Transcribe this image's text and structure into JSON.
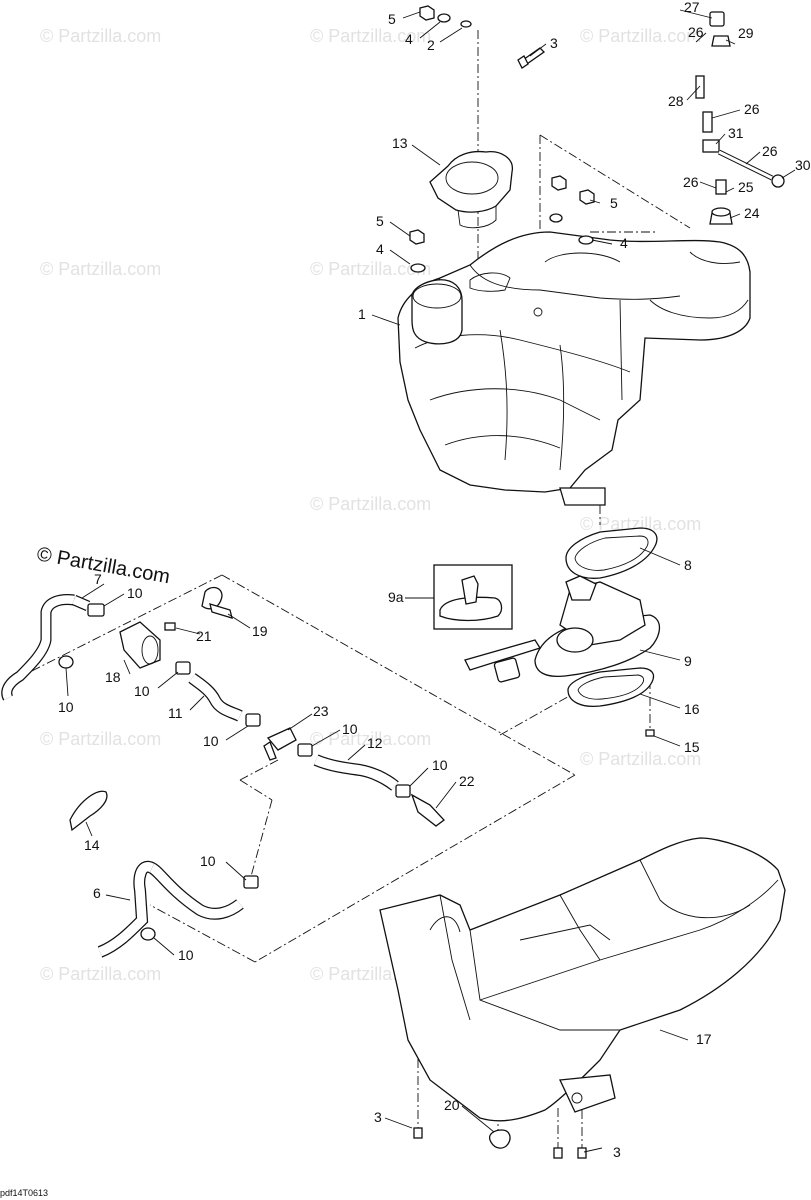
{
  "watermark": "© Partzilla.com",
  "copyright": "© Partzilla.com",
  "ref_code": "pdf14T0613",
  "callouts": {
    "c1": "1",
    "c2": "2",
    "c3a": "3",
    "c3b": "3",
    "c3c": "3",
    "c4a": "4",
    "c4b": "4",
    "c4c": "4",
    "c5a": "5",
    "c5b": "5",
    "c5c": "5",
    "c6": "6",
    "c7": "7",
    "c8": "8",
    "c9": "9",
    "c9a": "9a",
    "c10a": "10",
    "c10b": "10",
    "c10c": "10",
    "c10d": "10",
    "c10e": "10",
    "c10f": "10",
    "c10g": "10",
    "c10h": "10",
    "c11": "11",
    "c12": "12",
    "c13": "13",
    "c14": "14",
    "c15": "15",
    "c16": "16",
    "c17": "17",
    "c18": "18",
    "c19": "19",
    "c20": "20",
    "c21": "21",
    "c22": "22",
    "c23": "23",
    "c24": "24",
    "c25": "25",
    "c26a": "26",
    "c26b": "26",
    "c26c": "26",
    "c26d": "26",
    "c27": "27",
    "c28": "28",
    "c29": "29",
    "c30": "30",
    "c31": "31"
  }
}
